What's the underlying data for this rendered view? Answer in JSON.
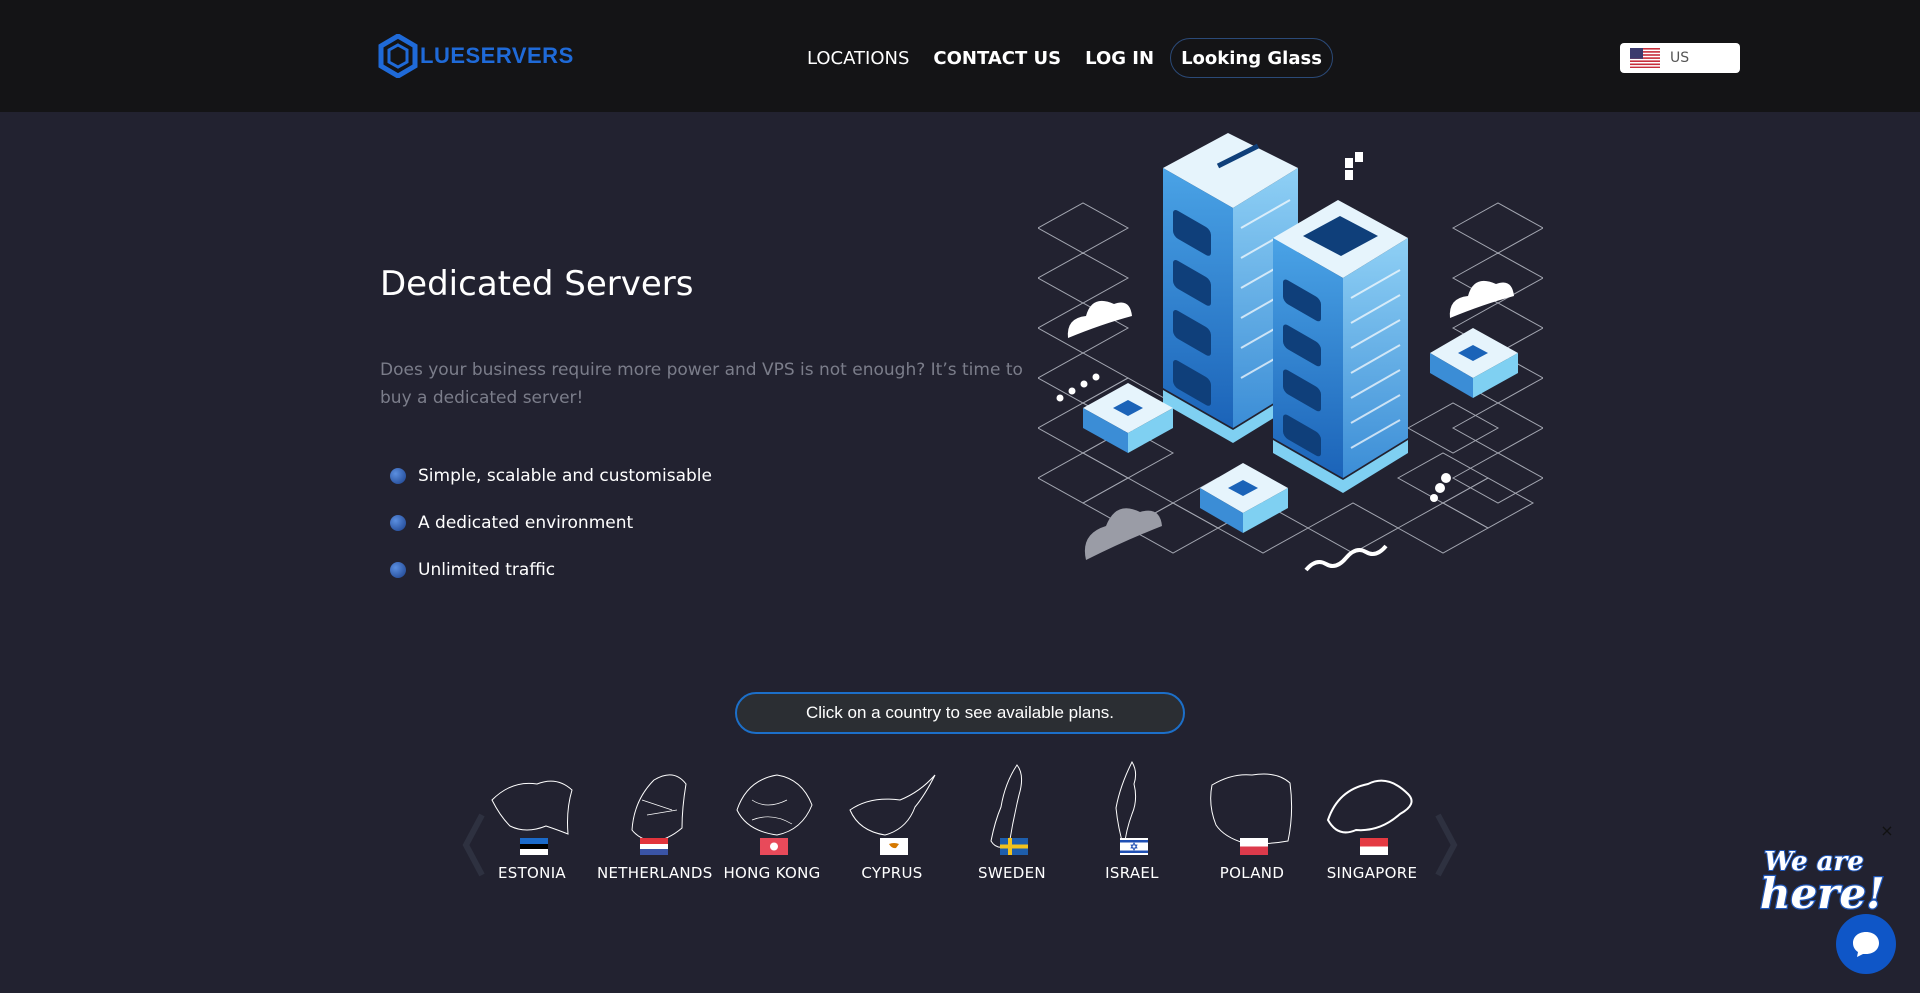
{
  "header": {
    "logo_text": "LUESERVERS",
    "nav": [
      {
        "label": "LOCATIONS"
      },
      {
        "label": "CONTACT US"
      },
      {
        "label": "LOG IN"
      },
      {
        "label": "Looking Glass"
      }
    ],
    "language": {
      "code": "US",
      "flag_icon": "us-flag-icon"
    }
  },
  "hero": {
    "title": "Dedicated Servers",
    "description": "Does your business require more power and VPS is not enough? It’s time to buy a dedicated server!",
    "features": [
      "Simple, scalable and customisable",
      "A dedicated environment",
      "Unlimited traffic"
    ]
  },
  "locations": {
    "hint": "Click on a country to see available plans.",
    "countries": [
      {
        "name": "ESTONIA"
      },
      {
        "name": "NETHERLANDS"
      },
      {
        "name": "HONG KONG"
      },
      {
        "name": "CYPRUS"
      },
      {
        "name": "SWEDEN"
      },
      {
        "name": "ISRAEL"
      },
      {
        "name": "POLAND"
      },
      {
        "name": "SINGAPORE"
      }
    ]
  },
  "chat": {
    "badge_line1": "We are",
    "badge_line2": "here!"
  },
  "colors": {
    "brand_blue": "#1f6ad8",
    "header_bg": "#141416",
    "page_bg": "#222230",
    "chat_blue": "#0f56c7"
  }
}
